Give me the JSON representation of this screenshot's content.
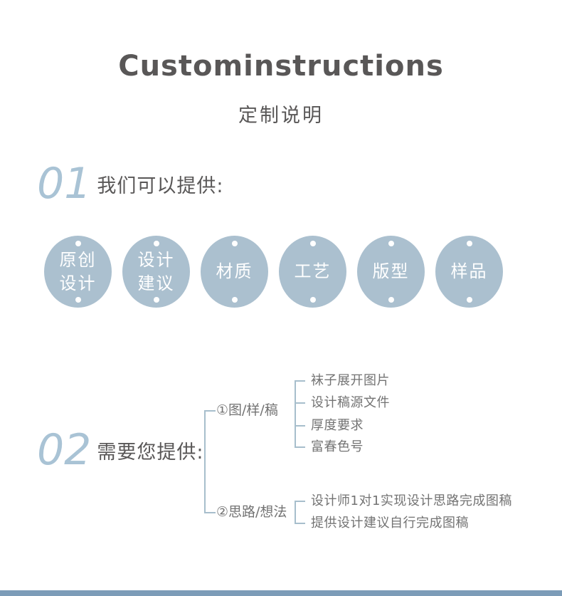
{
  "header": {
    "title": "Custominstructions",
    "subtitle": "定制说明"
  },
  "colors": {
    "accent_blue_number": "#a9c3d5",
    "circle_fill": "#abc0cf",
    "circle_text": "#ffffff",
    "heading_text": "#595757",
    "tree_text": "#737373",
    "tree_line": "#a7becc",
    "footer_bar": "#7c9cb8"
  },
  "section_01": {
    "number": "01",
    "heading": "我们可以提供:",
    "circles": [
      {
        "line1": "原创",
        "line2": "设计"
      },
      {
        "line1": "设计",
        "line2": "建议"
      },
      {
        "line1": "材质"
      },
      {
        "line1": "工艺"
      },
      {
        "line1": "版型"
      },
      {
        "line1": "样品"
      }
    ]
  },
  "section_02": {
    "number": "02",
    "heading": "需要您提供:",
    "branches": [
      {
        "label": "①图/样/稿",
        "items": [
          "袜子展开图片",
          "设计稿源文件",
          "厚度要求",
          "富春色号"
        ]
      },
      {
        "label": "②思路/想法",
        "items": [
          "设计师1对1实现设计思路完成图稿",
          "提供设计建议自行完成图稿"
        ]
      }
    ]
  }
}
